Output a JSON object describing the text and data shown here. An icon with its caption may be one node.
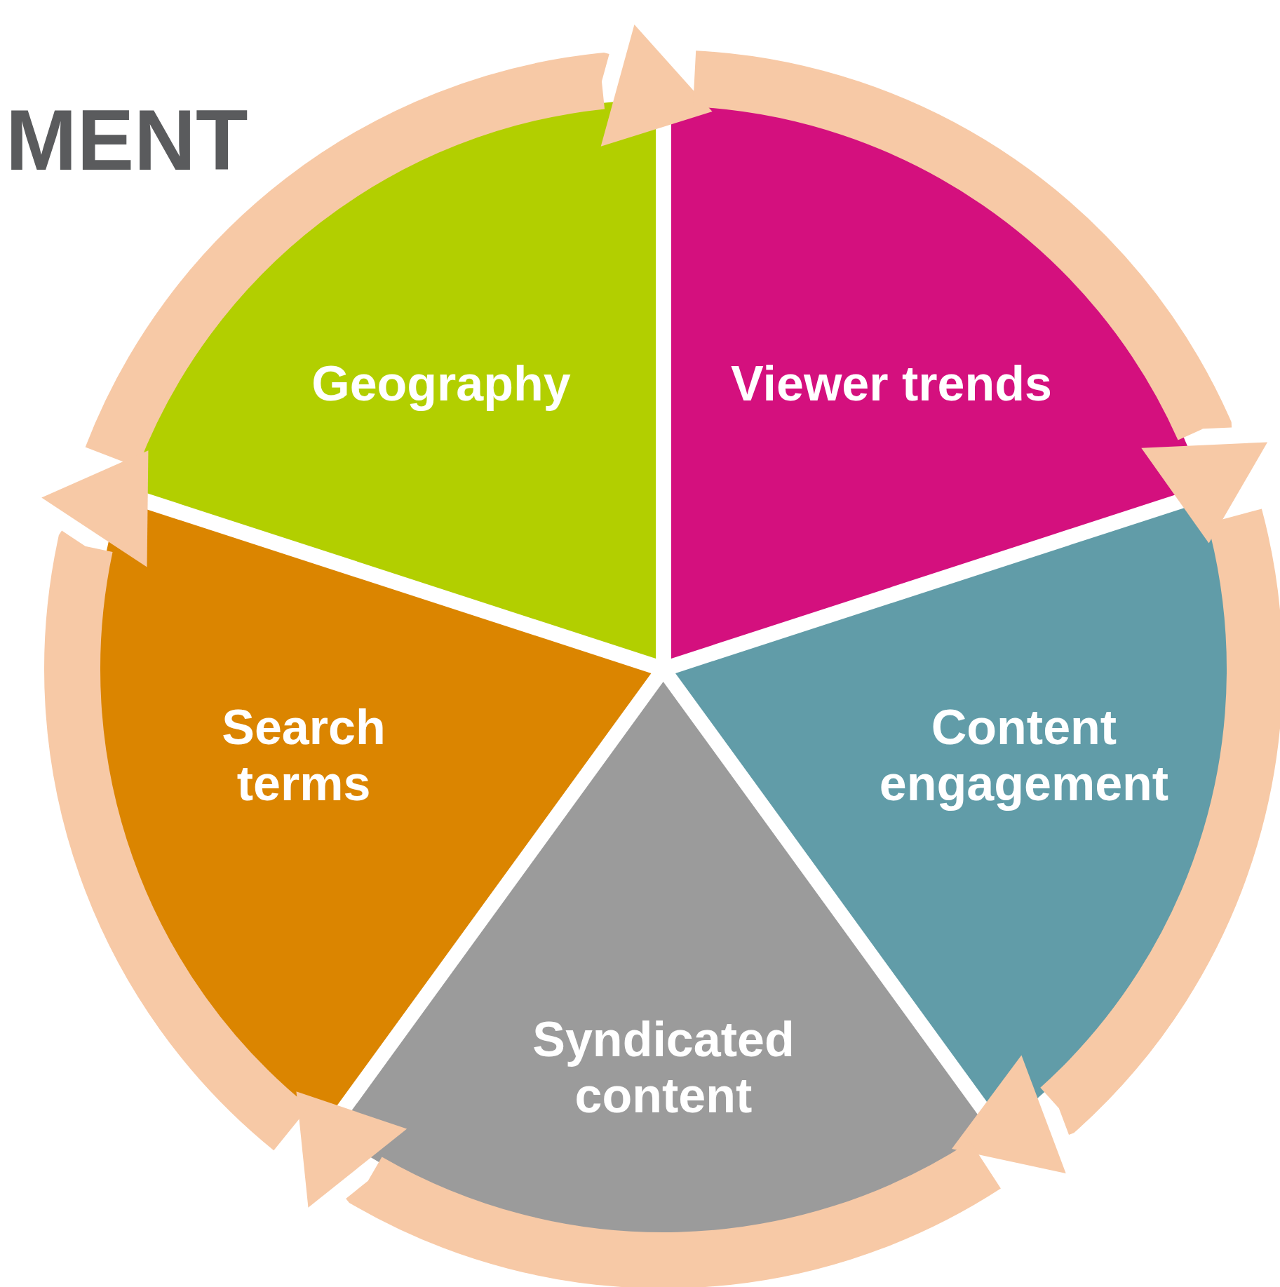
{
  "diagram": {
    "title": "MENT",
    "nodes": [
      {
        "text": [
          "Geography"
        ]
      },
      {
        "text": [
          "Viewer trends"
        ]
      },
      {
        "text": [
          "Search terms"
        ]
      },
      {
        "text": [
          "Content engagement"
        ]
      },
      {
        "text": [
          "Syndicated content"
        ]
      }
    ],
    "edges": [
      {
        "from": 0,
        "to": 1,
        "arrow": "to"
      },
      {
        "from": 1,
        "to": 3,
        "arrow": "to"
      },
      {
        "from": 3,
        "to": 4,
        "arrow": "to"
      },
      {
        "from": 4,
        "to": 2,
        "arrow": "to"
      },
      {
        "from": 2,
        "to": 0,
        "arrow": "to"
      }
    ]
  }
}
